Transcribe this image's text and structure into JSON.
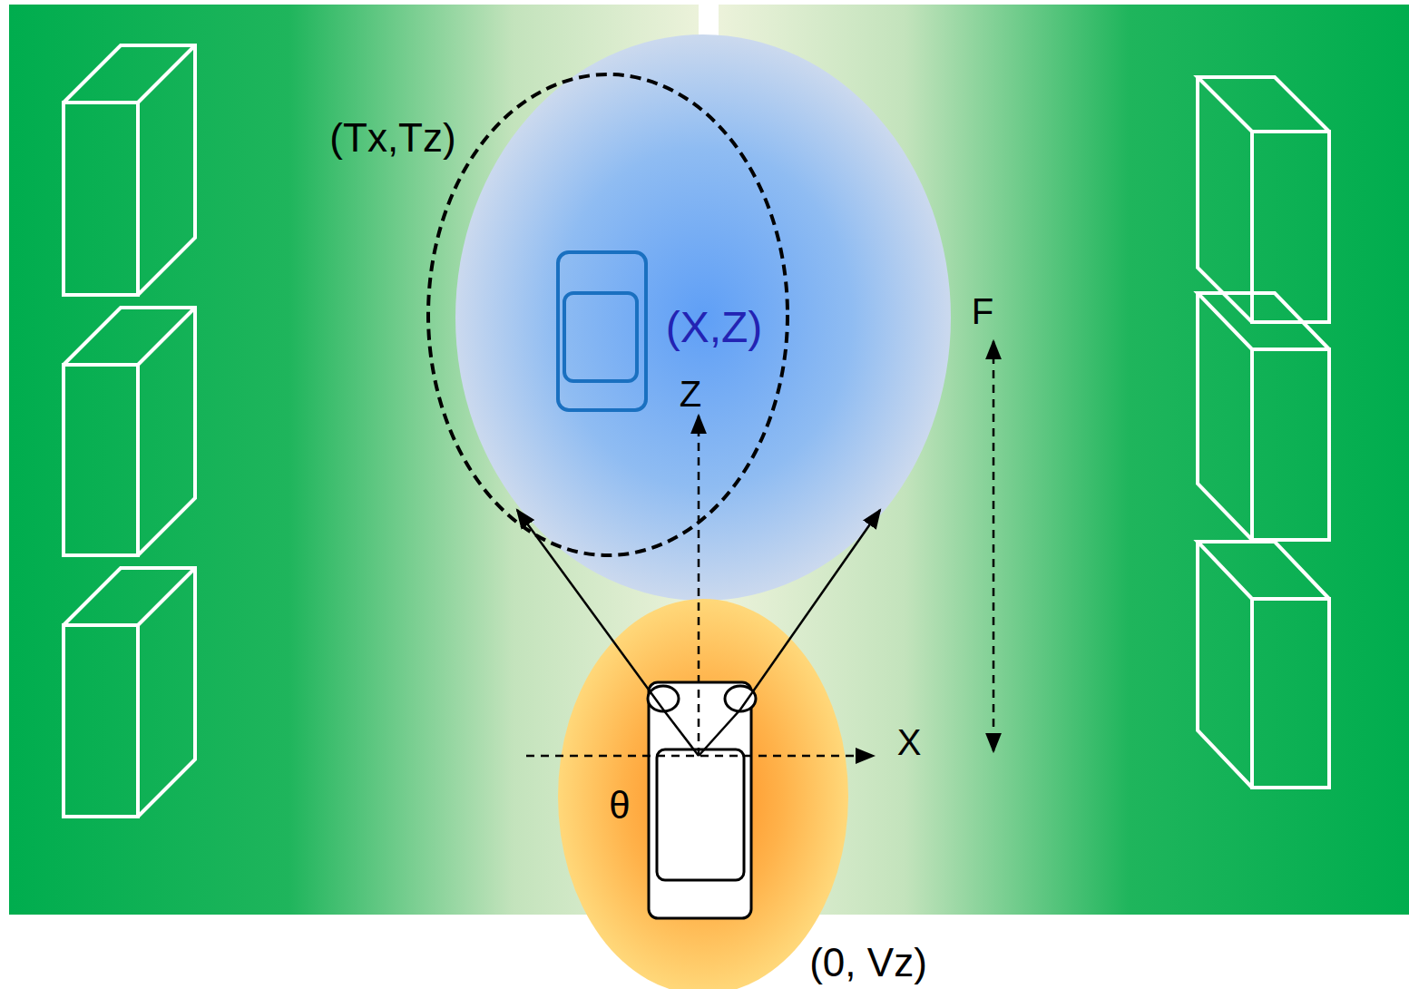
{
  "diagram": {
    "labels": [
      "(Tx,Tz)",
      "(X,Z)",
      "Z",
      "X",
      "F",
      "θ",
      "(0, Vz)"
    ]
  }
}
